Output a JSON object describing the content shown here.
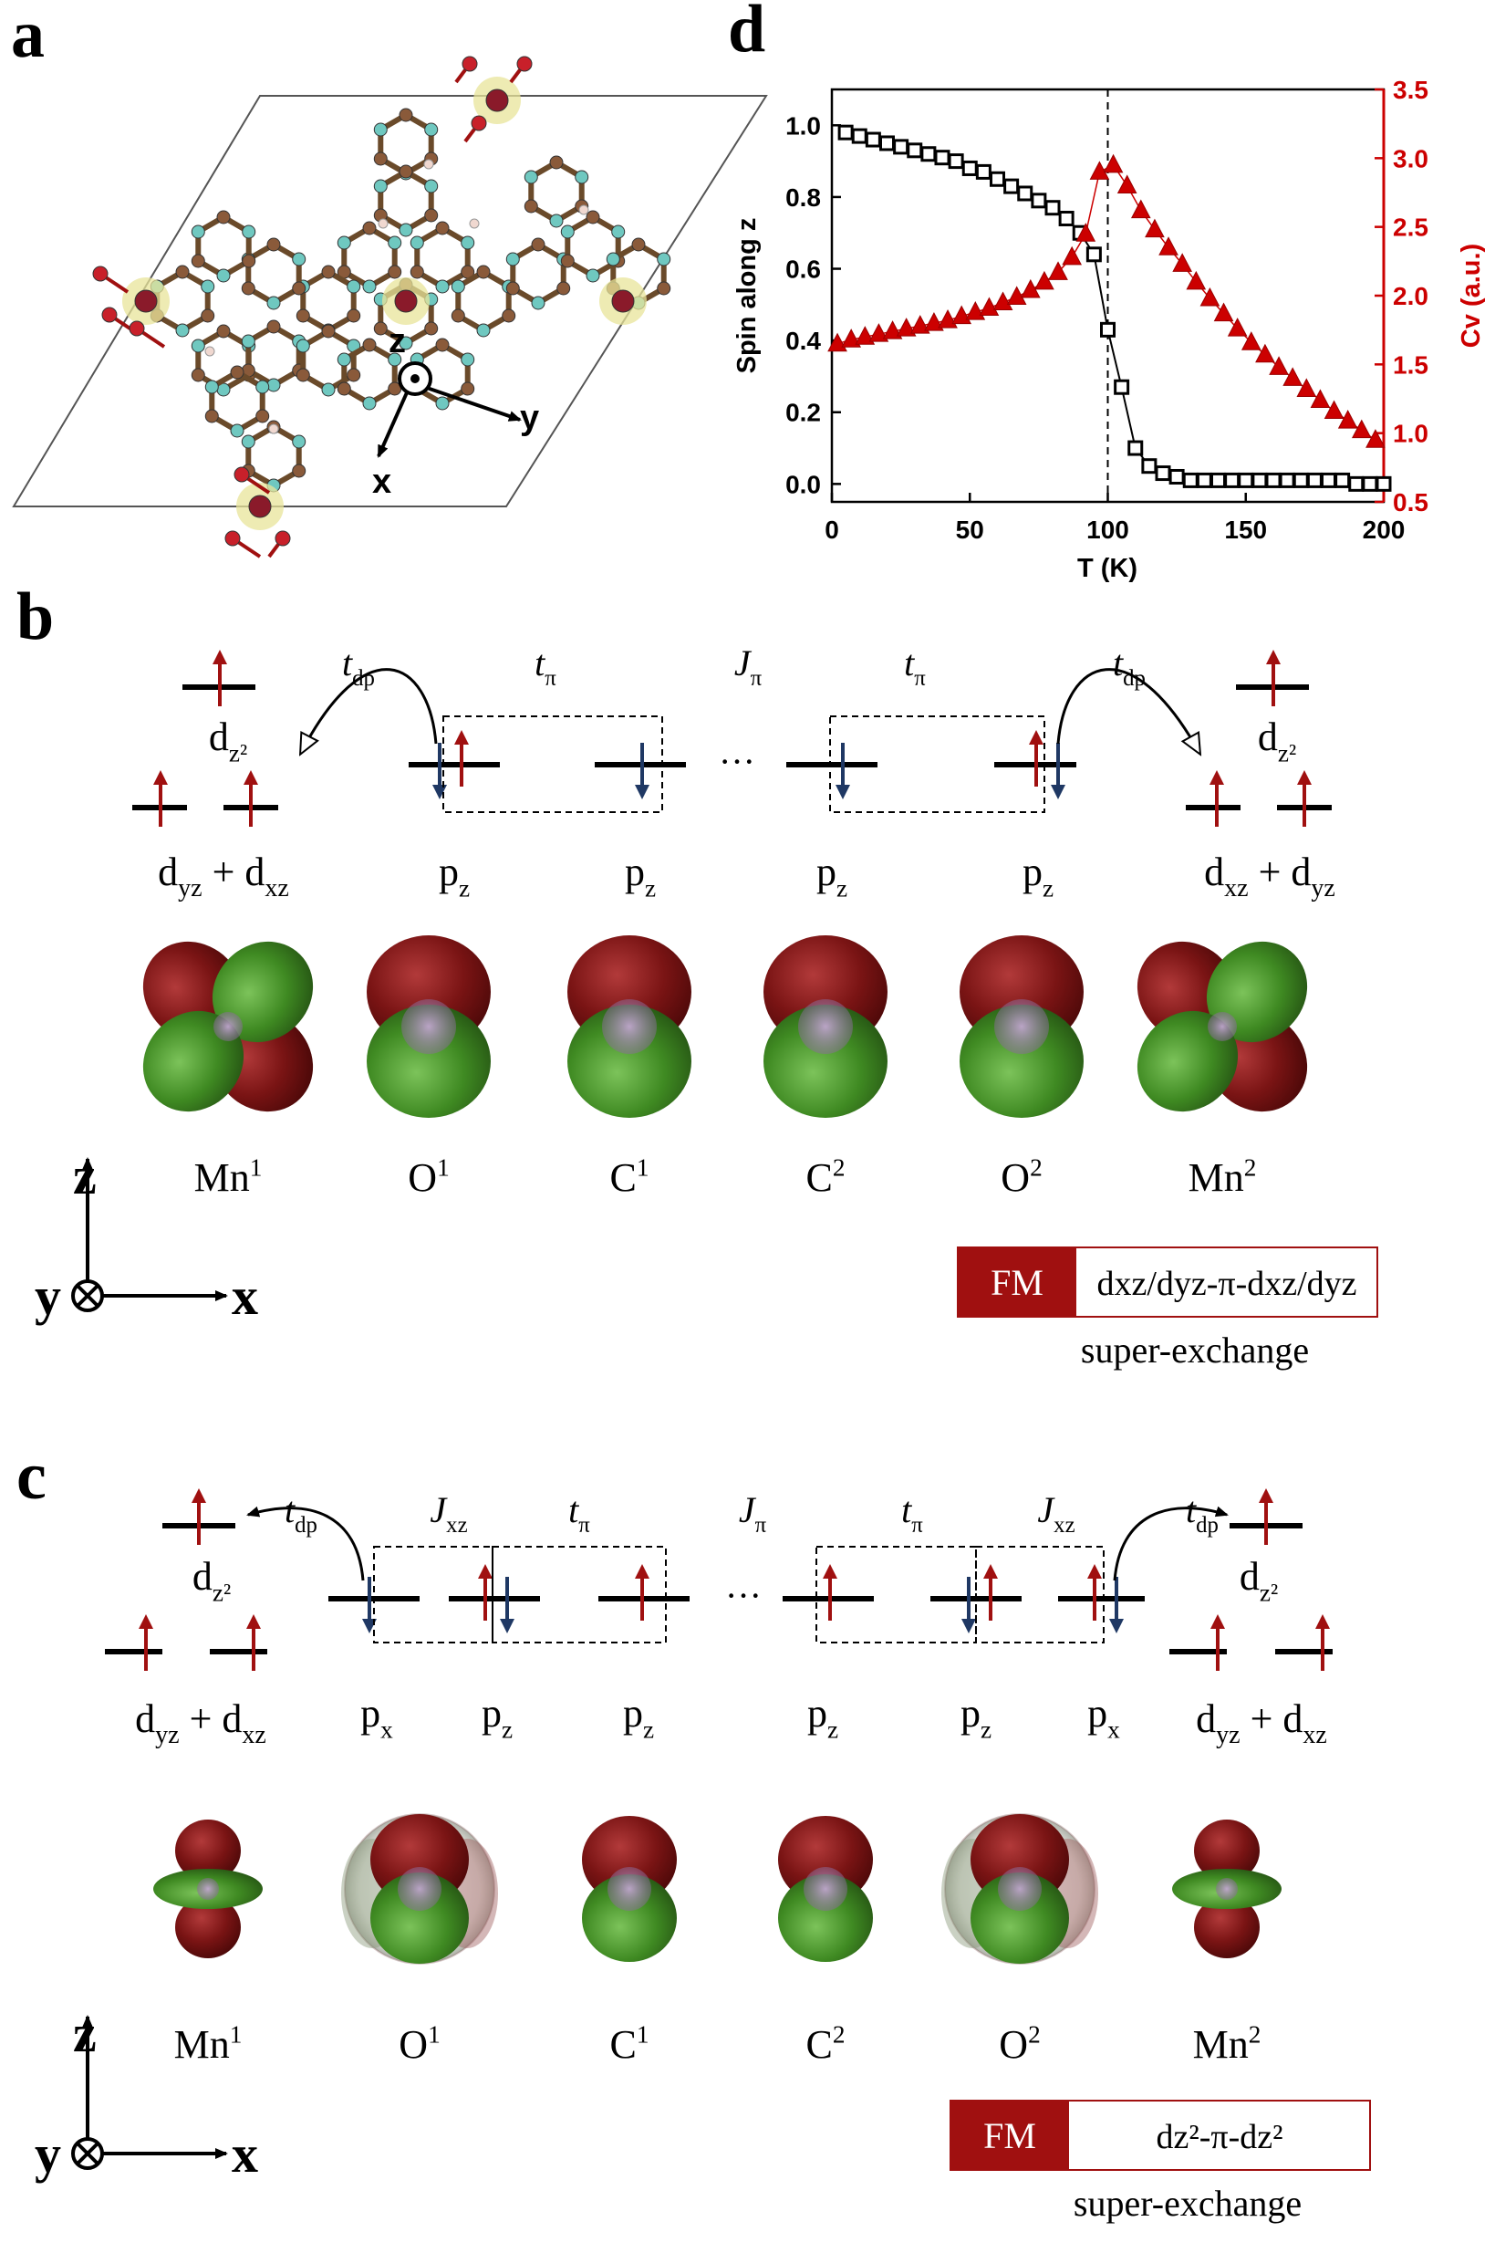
{
  "panels": {
    "a": "a",
    "b": "b",
    "c": "c",
    "d": "d"
  },
  "panel_a": {
    "axis_z": "z",
    "axis_y": "y",
    "axis_x": "x"
  },
  "panel_b": {
    "hops": [
      {
        "t": "t",
        "sub": "dp"
      },
      {
        "t": "t",
        "sub": "π"
      },
      {
        "t": "J",
        "sub": "π"
      },
      {
        "t": "t",
        "sub": "π"
      },
      {
        "t": "t",
        "sub": "dp"
      }
    ],
    "ellipsis": "···",
    "dz2": "d",
    "dz2_sub": "z²",
    "left_d": {
      "a": "d",
      "a_sub": "yz",
      "plus": "+",
      "b": "d",
      "b_sub": "xz"
    },
    "right_d": {
      "a": "d",
      "a_sub": "xz",
      "plus": "+",
      "b": "d",
      "b_sub": "yz"
    },
    "orbital_labels": [
      {
        "base": "p",
        "sub": "z"
      },
      {
        "base": "p",
        "sub": "z"
      },
      {
        "base": "p",
        "sub": "z"
      },
      {
        "base": "p",
        "sub": "z"
      }
    ],
    "atoms": [
      {
        "base": "Mn",
        "sup": "1"
      },
      {
        "base": "O",
        "sup": "1"
      },
      {
        "base": "C",
        "sup": "1"
      },
      {
        "base": "C",
        "sup": "2"
      },
      {
        "base": "O",
        "sup": "2"
      },
      {
        "base": "Mn",
        "sup": "2"
      }
    ],
    "coord": {
      "z": "z",
      "y": "y",
      "x": "x"
    },
    "badge": {
      "fm": "FM",
      "formula": "dxz/dyz-π-dxz/dyz",
      "note": "super-exchange"
    }
  },
  "panel_c": {
    "hops": [
      {
        "t": "t",
        "sub": "dp"
      },
      {
        "t": "J",
        "sub": "xz"
      },
      {
        "t": "t",
        "sub": "π"
      },
      {
        "t": "J",
        "sub": "π"
      },
      {
        "t": "t",
        "sub": "π"
      },
      {
        "t": "J",
        "sub": "xz"
      },
      {
        "t": "t",
        "sub": "dp"
      }
    ],
    "ellipsis": "···",
    "dz2": "d",
    "dz2_sub": "z²",
    "left_d": {
      "a": "d",
      "a_sub": "yz",
      "plus": "+",
      "b": "d",
      "b_sub": "xz"
    },
    "right_d": {
      "a": "d",
      "a_sub": "yz",
      "plus": "+",
      "b": "d",
      "b_sub": "xz"
    },
    "orbital_labels": [
      {
        "base": "p",
        "sub": "x"
      },
      {
        "base": "p",
        "sub": "z"
      },
      {
        "base": "p",
        "sub": "z"
      },
      {
        "base": "p",
        "sub": "z"
      },
      {
        "base": "p",
        "sub": "z"
      },
      {
        "base": "p",
        "sub": "x"
      }
    ],
    "atoms": [
      {
        "base": "Mn",
        "sup": "1"
      },
      {
        "base": "O",
        "sup": "1"
      },
      {
        "base": "C",
        "sup": "1"
      },
      {
        "base": "C",
        "sup": "2"
      },
      {
        "base": "O",
        "sup": "2"
      },
      {
        "base": "Mn",
        "sup": "2"
      }
    ],
    "coord": {
      "z": "z",
      "y": "y",
      "x": "x"
    },
    "badge": {
      "fm": "FM",
      "formula": "dz²-π-dz²",
      "note": "super-exchange"
    }
  },
  "colors": {
    "spin_up": "#a01010",
    "spin_down": "#1f3864",
    "lobe_red": "#7a1414",
    "lobe_green": "#3f8a22",
    "fm_fill": "#a01010",
    "cv_axis": "#cc0000"
  },
  "chart_data": {
    "type": "scatter",
    "xlabel": "T (K)",
    "ylabel_left": "Spin along z",
    "ylabel_right": "Cv (a.u.)",
    "xlim": [
      0,
      200
    ],
    "ylim_left": [
      -0.05,
      1.1
    ],
    "ylim_right": [
      0.5,
      3.5
    ],
    "x_ticks": [
      0,
      50,
      100,
      150,
      200
    ],
    "y_ticks_left": [
      "0.0",
      "0.2",
      "0.4",
      "0.6",
      "0.8",
      "1.0"
    ],
    "y_ticks_right": [
      "0.5",
      "1.0",
      "1.5",
      "2.0",
      "2.5",
      "3.0",
      "3.5"
    ],
    "vline_x": 100,
    "series": [
      {
        "axis": "left",
        "marker": "square",
        "x": [
          5,
          10,
          15,
          20,
          25,
          30,
          35,
          40,
          45,
          50,
          55,
          60,
          65,
          70,
          75,
          80,
          85,
          90,
          95,
          100,
          105,
          110,
          115,
          120,
          125,
          130,
          135,
          140,
          145,
          150,
          155,
          160,
          165,
          170,
          175,
          180,
          185,
          190,
          195,
          200
        ],
        "values": [
          0.98,
          0.97,
          0.96,
          0.95,
          0.94,
          0.93,
          0.92,
          0.91,
          0.9,
          0.88,
          0.87,
          0.85,
          0.83,
          0.81,
          0.79,
          0.77,
          0.74,
          0.7,
          0.64,
          0.43,
          0.27,
          0.1,
          0.05,
          0.03,
          0.02,
          0.01,
          0.01,
          0.01,
          0.01,
          0.01,
          0.01,
          0.01,
          0.01,
          0.01,
          0.01,
          0.01,
          0.01,
          0.0,
          0.0,
          0.0
        ]
      },
      {
        "axis": "right",
        "marker": "triangle",
        "x": [
          2,
          7,
          12,
          17,
          22,
          27,
          32,
          37,
          42,
          47,
          52,
          57,
          62,
          67,
          72,
          77,
          82,
          87,
          92,
          97,
          102,
          107,
          112,
          117,
          122,
          127,
          132,
          137,
          142,
          147,
          152,
          157,
          162,
          167,
          172,
          177,
          182,
          187,
          192,
          197
        ],
        "values": [
          1.65,
          1.68,
          1.7,
          1.72,
          1.74,
          1.76,
          1.78,
          1.8,
          1.82,
          1.85,
          1.88,
          1.91,
          1.95,
          1.99,
          2.04,
          2.1,
          2.17,
          2.28,
          2.45,
          2.9,
          2.95,
          2.8,
          2.62,
          2.48,
          2.35,
          2.23,
          2.1,
          1.98,
          1.87,
          1.76,
          1.66,
          1.57,
          1.48,
          1.4,
          1.32,
          1.24,
          1.16,
          1.09,
          1.02,
          0.95
        ]
      }
    ]
  }
}
